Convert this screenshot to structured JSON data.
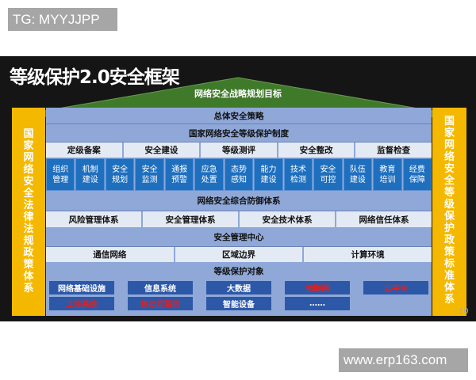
{
  "watermarks": {
    "top_left": "TG: MYYJJPP",
    "bottom_right": "www.erp163.com"
  },
  "slide": {
    "title": "等级保护2.0安全框架",
    "roof": "网络安全战略规划目标",
    "left_pillar": [
      "国",
      "家",
      "网",
      "络",
      "安",
      "全",
      "法",
      "律",
      "法",
      "规",
      "政",
      "策",
      "体",
      "系"
    ],
    "right_pillar": [
      "国",
      "家",
      "网",
      "络",
      "安",
      "全",
      "等",
      "级",
      "保",
      "护",
      "政",
      "策",
      "标",
      "准",
      "体",
      "系"
    ],
    "overall_strategy": "总体安全策略",
    "national_system": "国家网络安全等级保护制度",
    "stages": [
      "定级备案",
      "安全建设",
      "等级测评",
      "安全整改",
      "监督检查"
    ],
    "measures": [
      [
        "组织",
        "管理"
      ],
      [
        "机制",
        "建设"
      ],
      [
        "安全",
        "规划"
      ],
      [
        "安全",
        "监测"
      ],
      [
        "通报",
        "预警"
      ],
      [
        "应急",
        "处置"
      ],
      [
        "态势",
        "感知"
      ],
      [
        "能力",
        "建设"
      ],
      [
        "技术",
        "检测"
      ],
      [
        "安全",
        "可控"
      ],
      [
        "队伍",
        "建设"
      ],
      [
        "教育",
        "培训"
      ],
      [
        "经费",
        "保障"
      ]
    ],
    "defense_system": "网络安全综合防御体系",
    "subsystems": [
      "风险管理体系",
      "安全管理体系",
      "安全技术体系",
      "网络信任体系"
    ],
    "mgmt_center": "安全管理中心",
    "layers": [
      "通信网络",
      "区域边界",
      "计算环境"
    ],
    "objects_title": "等级保护对象",
    "objects_row1": [
      {
        "t": "网络基础设施",
        "red": false
      },
      {
        "t": "信息系统",
        "red": false
      },
      {
        "t": "大数据",
        "red": false
      },
      {
        "t": "物联网",
        "red": true
      },
      {
        "t": "云平台",
        "red": true
      }
    ],
    "objects_row2": [
      {
        "t": "工控系统",
        "red": true
      },
      {
        "t": "移动互联网",
        "red": true
      },
      {
        "t": "智能设备",
        "red": false
      },
      {
        "t": "……",
        "red": false
      }
    ],
    "page_number": "10"
  },
  "colors": {
    "roof": "#3f7a2a",
    "pillar": "#f5b800",
    "band": "#8fa8d8",
    "measure": "#1f6fbf",
    "object": "#2d58a8",
    "highlight": "#e02020"
  }
}
